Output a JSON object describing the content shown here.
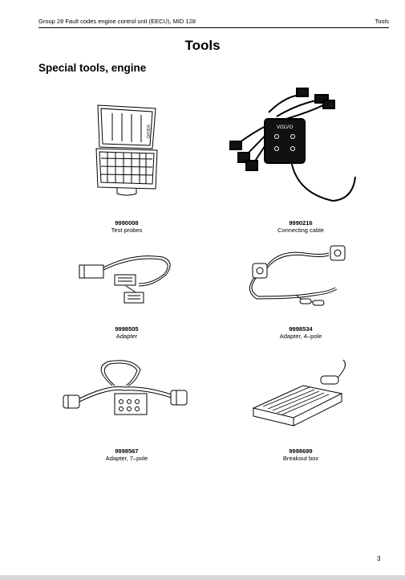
{
  "header": {
    "left": "Group 28 Fault codes engine control unit (EECU), MID 128",
    "right": "Tools"
  },
  "title": "Tools",
  "subtitle": "Special tools, engine",
  "tools": [
    {
      "number": "9990008",
      "name": "Test probes",
      "icon": "test-probes-case-icon",
      "brand": "VOLVO"
    },
    {
      "number": "9990216",
      "name": "Connecting cable",
      "icon": "connecting-cable-icon",
      "brand": "VOLVO"
    },
    {
      "number": "9998505",
      "name": "Adapter",
      "icon": "adapter-icon"
    },
    {
      "number": "9998534",
      "name": "Adapter, 4–pole",
      "icon": "adapter-4-pole-icon"
    },
    {
      "number": "9998567",
      "name": "Adapter, 7–pole",
      "icon": "adapter-7-pole-icon"
    },
    {
      "number": "9998699",
      "name": "Breakout box",
      "icon": "breakout-box-icon"
    }
  ],
  "page_number": "3",
  "colors": {
    "text": "#000000",
    "page": "#ffffff",
    "margin": "#e6e6e6"
  }
}
